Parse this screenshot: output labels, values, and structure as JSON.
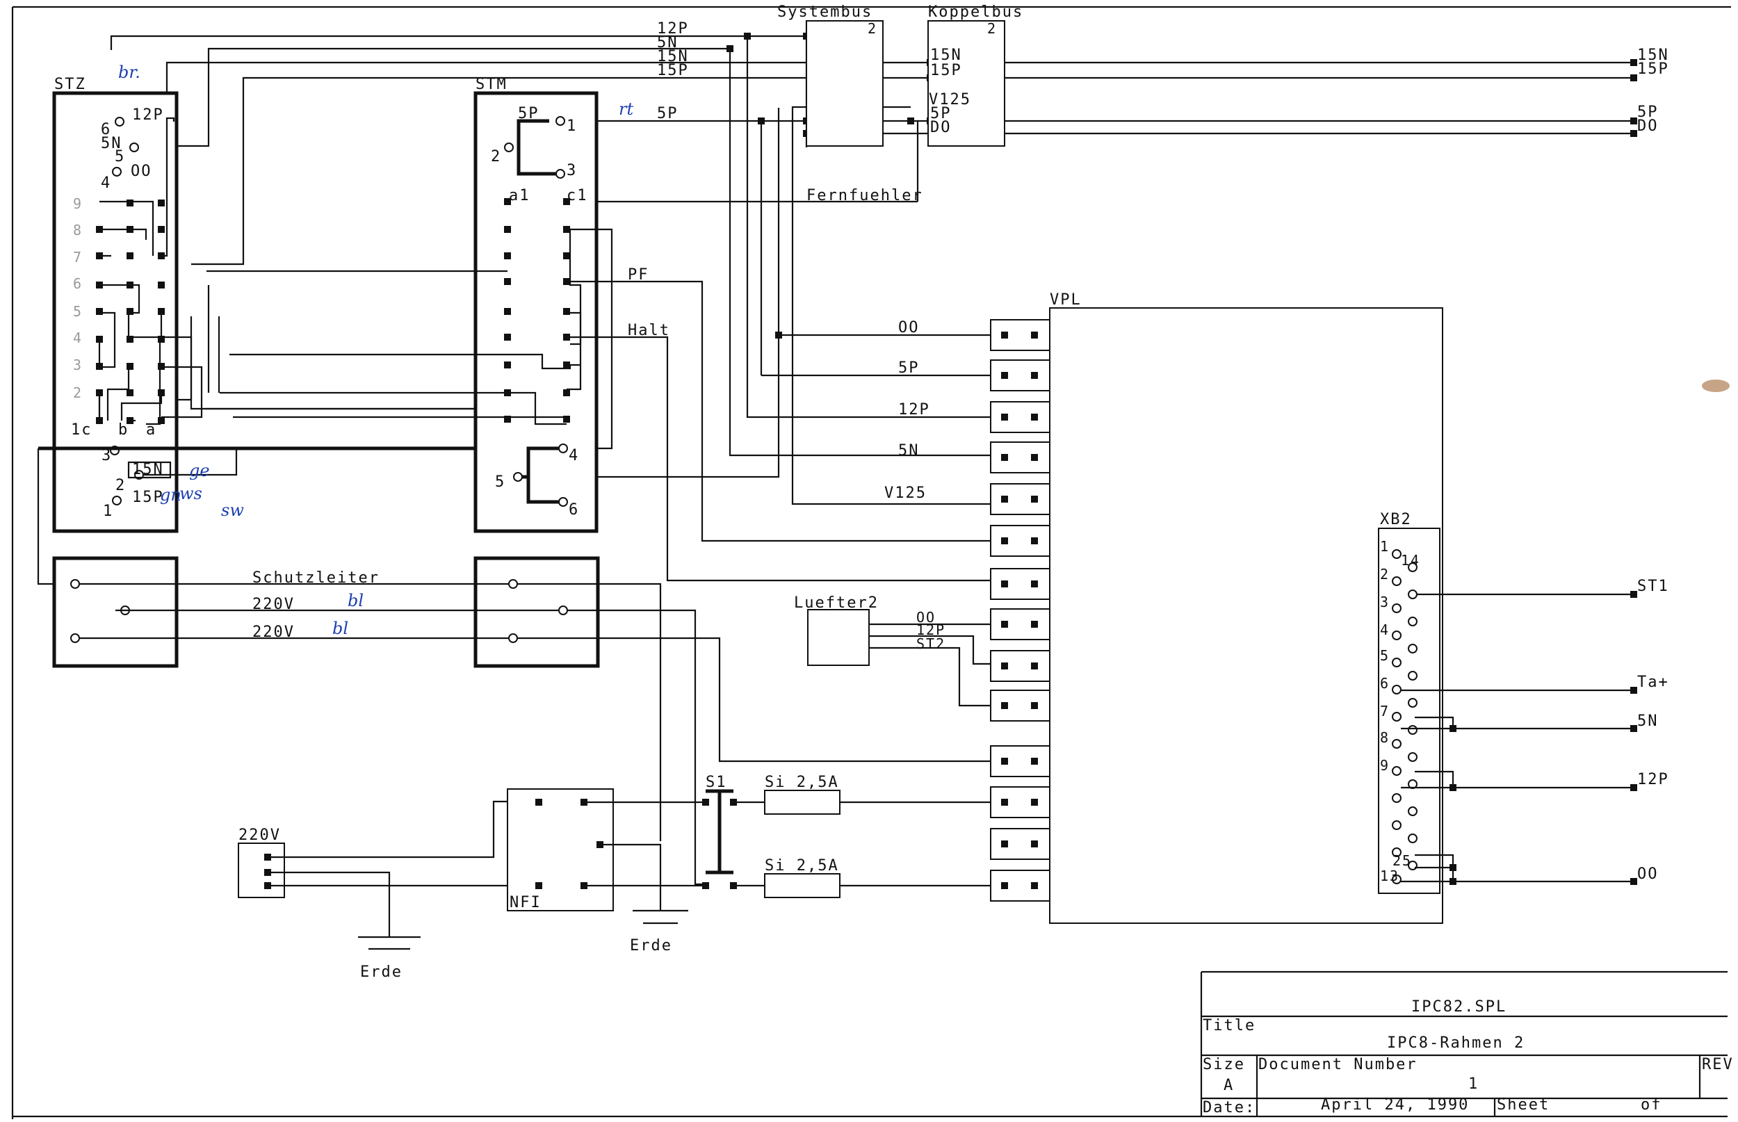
{
  "modules": {
    "stz": "STZ",
    "stm": "STM",
    "systembus": "Systembus",
    "koppelbus": "Koppelbus",
    "bus_pin": "2",
    "vpl": "VPL",
    "xb2": "XB2",
    "luefter": "Luefter2",
    "nfi": "NFI",
    "mains": "220V",
    "fuse": "Si 2,5A",
    "switch": "S1",
    "ground": "Erde"
  },
  "signals": {
    "p12": "12P",
    "n5": "5N",
    "n15": "15N",
    "p15": "15P",
    "p5": "5P",
    "oo": "OO",
    "v125": "V125",
    "pf": "PF",
    "halt": "Halt",
    "fernfuehler": "Fernfuehler",
    "schutzleiter": "Schutzleiter",
    "v220": "220V",
    "st1": "ST1",
    "ta": "Ta+",
    "st2": "ST2",
    "do": "DO"
  },
  "pins": {
    "n1": "1",
    "n2": "2",
    "n3": "3",
    "n4": "4",
    "n5": "5",
    "n6": "6",
    "n7": "7",
    "n8": "8",
    "n9": "9",
    "a1": "a1",
    "c1": "c1",
    "c1b": "1c",
    "b": "b",
    "a": "a",
    "n14": "14",
    "n25": "25",
    "n13": "13"
  },
  "handwriting": {
    "h1": "br.",
    "h2": "rt",
    "h3": "ge",
    "h4": "ws",
    "h5": "sw",
    "h6": "bl",
    "h7": "bl",
    "h8": "gn"
  },
  "stz_row_numbers": [
    "9",
    "8",
    "7",
    "6",
    "5",
    "4",
    "3",
    "2"
  ],
  "title_block": {
    "file": "IPC82.SPL",
    "title_label": "Title",
    "title": "IPC8-Rahmen 2",
    "size_label": "Size",
    "size": "A",
    "docnum_label": "Document Number",
    "docnum": "1",
    "rev_label": "REV",
    "date_label": "Date:",
    "date": "April 24, 1990",
    "sheet_label": "Sheet",
    "of_label": "of"
  }
}
